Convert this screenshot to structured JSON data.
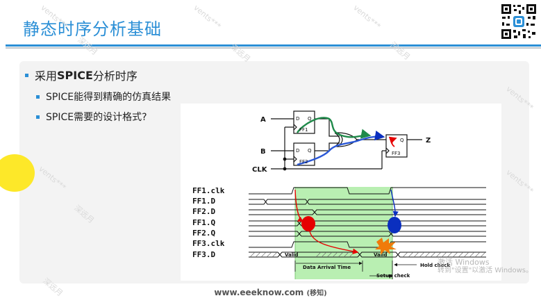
{
  "slide": {
    "title": "静态时序分析基础",
    "footer_site": "www.eeeknow.com",
    "footer_note": "(移知)"
  },
  "bullets": {
    "level1_prefix": "采用",
    "level1_strong": "SPICE",
    "level1_suffix": "分析时序",
    "item2": "SPICE能得到精确的仿真结果",
    "item3": "SPICE需要的设计格式?"
  },
  "circuit": {
    "input_a": "A",
    "input_b": "B",
    "clock": "CLK",
    "output": "Z",
    "ff1": "FF1",
    "ff2": "FF2",
    "ff3": "FF3",
    "pin_d": "D",
    "pin_q": "Q"
  },
  "timing": {
    "signals": [
      "FF1.clk",
      "FF1.D",
      "FF2.D",
      "FF1.Q",
      "FF2.Q",
      "FF3.clk",
      "FF3.D"
    ],
    "valid_label": "Valid",
    "arrival_label": "Data Arrival Time",
    "setup_label": "Setup check",
    "hold_label": "Hold check"
  },
  "watermark": {
    "text1": "vents***",
    "text2": "深远月"
  },
  "windows_notice": {
    "line1": "激活 Windows",
    "line2": "转到\"设置\"以激活 Windows。"
  },
  "colors": {
    "accent": "#2b8fd6",
    "green_highlight": "#b9efb2",
    "red_marker": "#e60000",
    "blue_marker": "#0a2fbf"
  }
}
